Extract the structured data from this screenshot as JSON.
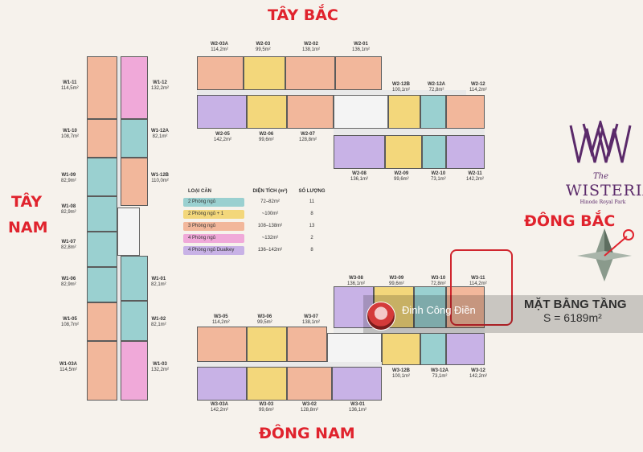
{
  "directions": {
    "north_west": "TÂY BẮC",
    "south_west_1": "TÂY",
    "south_west_2": "NAM",
    "north_east": "ĐÔNG BẮC",
    "south_east": "ĐÔNG NAM"
  },
  "logo": {
    "small_text": "The",
    "name": "WISTERIA",
    "sub": "Hinode Royal Park"
  },
  "banner": {
    "title": "MẶT BẰNG TẦNG",
    "area": "S = 6189m²",
    "watermark": "Đinh Công Điền"
  },
  "legend": {
    "headers": [
      "LOẠI CĂN",
      "DIỆN TÍCH (m²)",
      "SỐ LƯỢNG"
    ],
    "rows": [
      {
        "type": "2 Phòng ngủ",
        "area": "72–82m²",
        "count": "11",
        "color": "#9ad0d0"
      },
      {
        "type": "2 Phòng ngủ + 1",
        "area": "~100m²",
        "count": "8",
        "color": "#f3d77b"
      },
      {
        "type": "3 Phòng ngủ",
        "area": "108–138m²",
        "count": "13",
        "color": "#f2b79b"
      },
      {
        "type": "4 Phòng ngủ",
        "area": "~132m²",
        "count": "2",
        "color": "#f0a9d9"
      },
      {
        "type": "4 Phòng ngủ Dualkey",
        "area": "136–142m²",
        "count": "8",
        "color": "#c8b2e6"
      }
    ]
  },
  "units": {
    "w2_03a": {
      "code": "W2-03A",
      "area": "114,2m²"
    },
    "w2_03": {
      "code": "W2-03",
      "area": "99,5m²"
    },
    "w2_02": {
      "code": "W2-02",
      "area": "138,1m²"
    },
    "w2_01": {
      "code": "W2-01",
      "area": "136,1m²"
    },
    "w2_12b": {
      "code": "W2-12B",
      "area": "100,1m²"
    },
    "w2_12a": {
      "code": "W2-12A",
      "area": "72,8m²"
    },
    "w2_12": {
      "code": "W2-12",
      "area": "114,2m²"
    },
    "w2_05": {
      "code": "W2-05",
      "area": "142,2m²"
    },
    "w2_06": {
      "code": "W2-06",
      "area": "99,6m²"
    },
    "w2_07": {
      "code": "W2-07",
      "area": "128,8m²"
    },
    "w2_08": {
      "code": "W2-08",
      "area": "136,1m²"
    },
    "w2_09": {
      "code": "W2-09",
      "area": "99,6m²"
    },
    "w2_10": {
      "code": "W2-10",
      "area": "73,1m²"
    },
    "w2_11": {
      "code": "W2-11",
      "area": "142,2m²"
    },
    "w1_11": {
      "code": "W1-11",
      "area": "114,5m²"
    },
    "w1_12": {
      "code": "W1-12",
      "area": "132,2m²"
    },
    "w1_10": {
      "code": "W1-10",
      "area": "108,7m²"
    },
    "w1_12a": {
      "code": "W1-12A",
      "area": "82,1m²"
    },
    "w1_09": {
      "code": "W1-09",
      "area": "82,9m²"
    },
    "w1_12b": {
      "code": "W1-12B",
      "area": "110,0m²"
    },
    "w1_08": {
      "code": "W1-08",
      "area": "82,9m²"
    },
    "w1_07": {
      "code": "W1-07",
      "area": "82,8m²"
    },
    "w1_06": {
      "code": "W1-06",
      "area": "82,9m²"
    },
    "w1_01": {
      "code": "W1-01",
      "area": "82,1m²"
    },
    "w1_05": {
      "code": "W1-05",
      "area": "108,7m²"
    },
    "w1_02": {
      "code": "W1-02",
      "area": "82,1m²"
    },
    "w1_03a": {
      "code": "W1-03A",
      "area": "114,5m²"
    },
    "w1_03": {
      "code": "W1-03",
      "area": "132,2m²"
    },
    "w3_08": {
      "code": "W3-08",
      "area": "136,1m²"
    },
    "w3_09": {
      "code": "W3-09",
      "area": "99,6m²"
    },
    "w3_10": {
      "code": "W3-10",
      "area": "72,8m²"
    },
    "w3_11": {
      "code": "W3-11",
      "area": "114,2m²"
    },
    "w3_05": {
      "code": "W3-05",
      "area": "114,2m²"
    },
    "w3_06": {
      "code": "W3-06",
      "area": "99,5m²"
    },
    "w3_07": {
      "code": "W3-07",
      "area": "138,1m²"
    },
    "w3_12b": {
      "code": "W3-12B",
      "area": "100,1m²"
    },
    "w3_12a": {
      "code": "W3-12A",
      "area": "73,1m²"
    },
    "w3_12": {
      "code": "W3-12",
      "area": "142,2m²"
    },
    "w3_03a": {
      "code": "W3-03A",
      "area": "142,2m²"
    },
    "w3_03": {
      "code": "W3-03",
      "area": "99,6m²"
    },
    "w3_02": {
      "code": "W3-02",
      "area": "128,8m²"
    },
    "w3_01": {
      "code": "W3-01",
      "area": "136,1m²"
    }
  }
}
